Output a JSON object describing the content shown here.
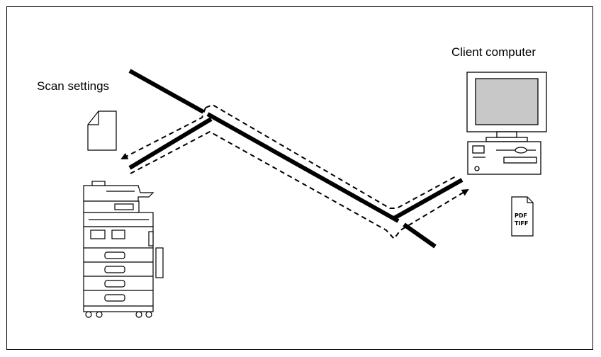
{
  "labels": {
    "scan_settings": "Scan settings",
    "client_computer": "Client computer"
  },
  "document_formats": [
    "PDF",
    "TIFF"
  ],
  "icons": [
    "settings-document-icon",
    "mfp-printer-icon",
    "client-computer-icon",
    "output-document-icon"
  ],
  "colors": {
    "line": "#000000",
    "screen": "#c8c8c8",
    "background": "#ffffff"
  }
}
